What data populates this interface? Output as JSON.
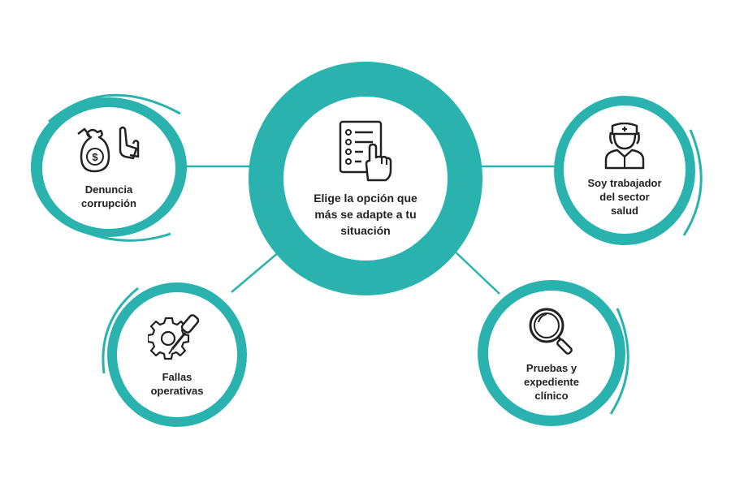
{
  "colors": {
    "accent": "#2ab3ae",
    "text": "#222222",
    "background": "#ffffff"
  },
  "center": {
    "label": "Elige la opción que\nmás se adapte a tu\nsituación",
    "icon": "checklist-touch-icon"
  },
  "nodes": [
    {
      "label": "Denuncia\ncorrupción",
      "icon": "money-bag-refuse-icon"
    },
    {
      "label": "Soy trabajador\ndel sector\nsalud",
      "icon": "nurse-icon"
    },
    {
      "label": "Fallas\noperativas",
      "icon": "gear-screwdriver-icon"
    },
    {
      "label": "Pruebas y\nexpediente\nclínico",
      "icon": "magnifier-icon"
    }
  ]
}
